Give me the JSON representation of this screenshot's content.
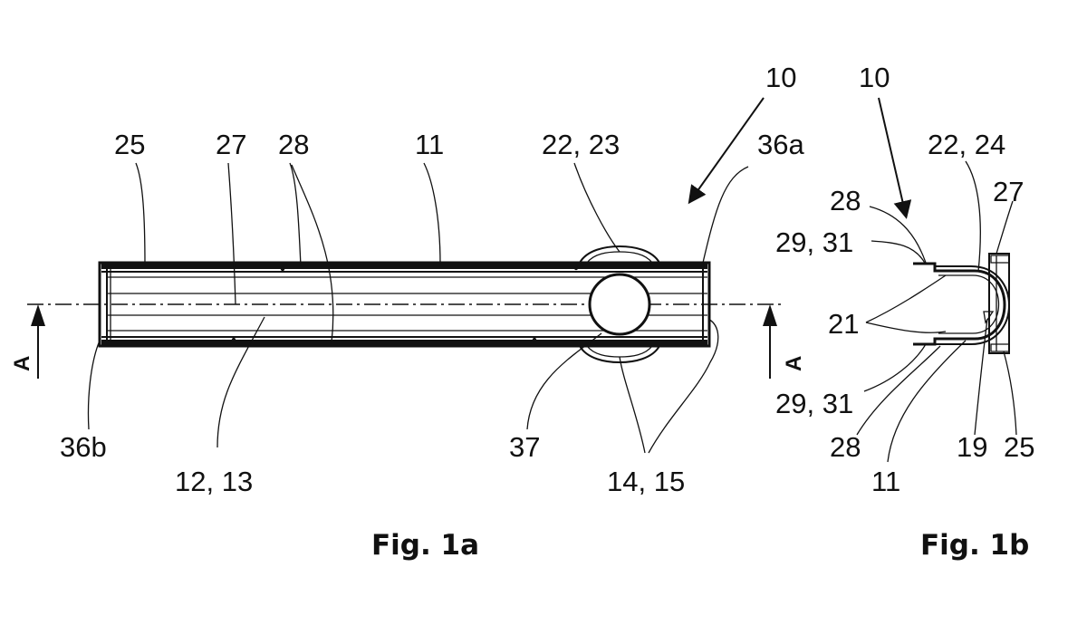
{
  "figures": [
    {
      "caption": "Fig. 1a"
    },
    {
      "caption": "Fig. 1b"
    }
  ],
  "section_marker": "A",
  "labels_fig1a": {
    "ref_10": "10",
    "ref_25": "25",
    "ref_27": "27",
    "ref_28": "28",
    "ref_11": "11",
    "ref_22_23": "22, 23",
    "ref_36a": "36a",
    "ref_36b": "36b",
    "ref_12_13": "12, 13",
    "ref_37": "37",
    "ref_14_15": "14, 15"
  },
  "labels_fig1b": {
    "ref_10": "10",
    "ref_22_24": "22, 24",
    "ref_28_top": "28",
    "ref_27": "27",
    "ref_29_31_top": "29, 31",
    "ref_21": "21",
    "ref_29_31_bottom": "29, 31",
    "ref_28_bottom": "28",
    "ref_19": "19",
    "ref_25": "25",
    "ref_11": "11"
  }
}
